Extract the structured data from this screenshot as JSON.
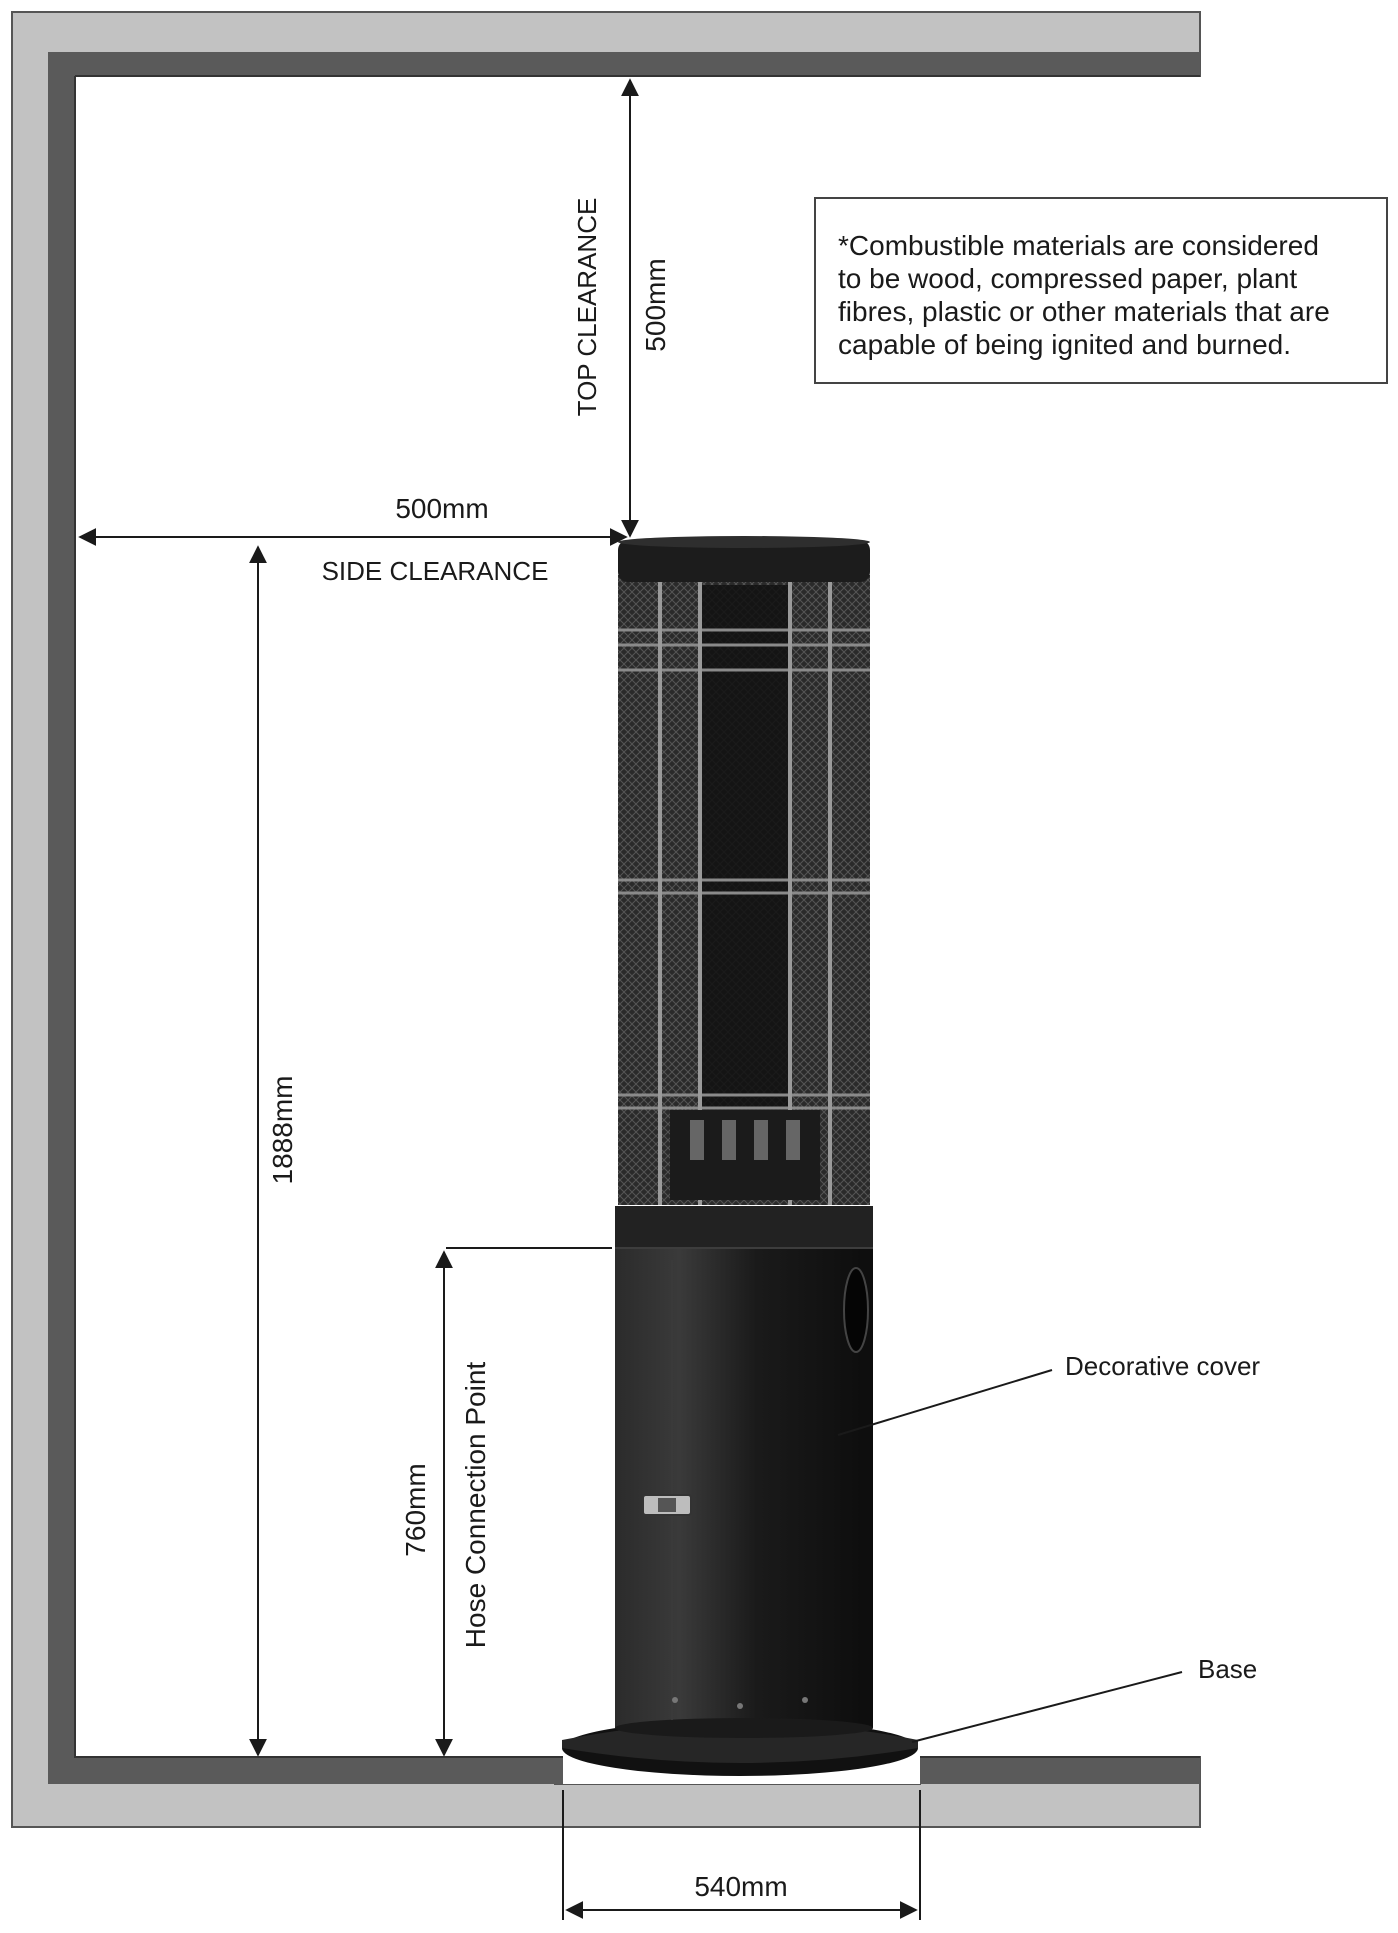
{
  "note": {
    "lines": [
      "*Combustible materials are considered",
      "to be wood, compressed paper, plant",
      "fibres, plastic or other materials that are",
      "capable of being ignited and burned."
    ]
  },
  "labels": {
    "top_clearance": "TOP CLEARANCE",
    "top_clearance_value": "500mm",
    "side_clearance": "SIDE CLEARANCE",
    "side_clearance_value": "500mm",
    "height_value": "1888mm",
    "hose_connection": "Hose Connection Point",
    "hose_value": "760mm",
    "decorative_cover": "Decorative cover",
    "base": "Base",
    "base_width_value": "540mm"
  },
  "colors": {
    "wall_fill": "#c2c2c2",
    "wall_shadow": "#5a5a5a",
    "heater_body": "#1c1c1c",
    "dimension_line": "#1a1a1a"
  }
}
